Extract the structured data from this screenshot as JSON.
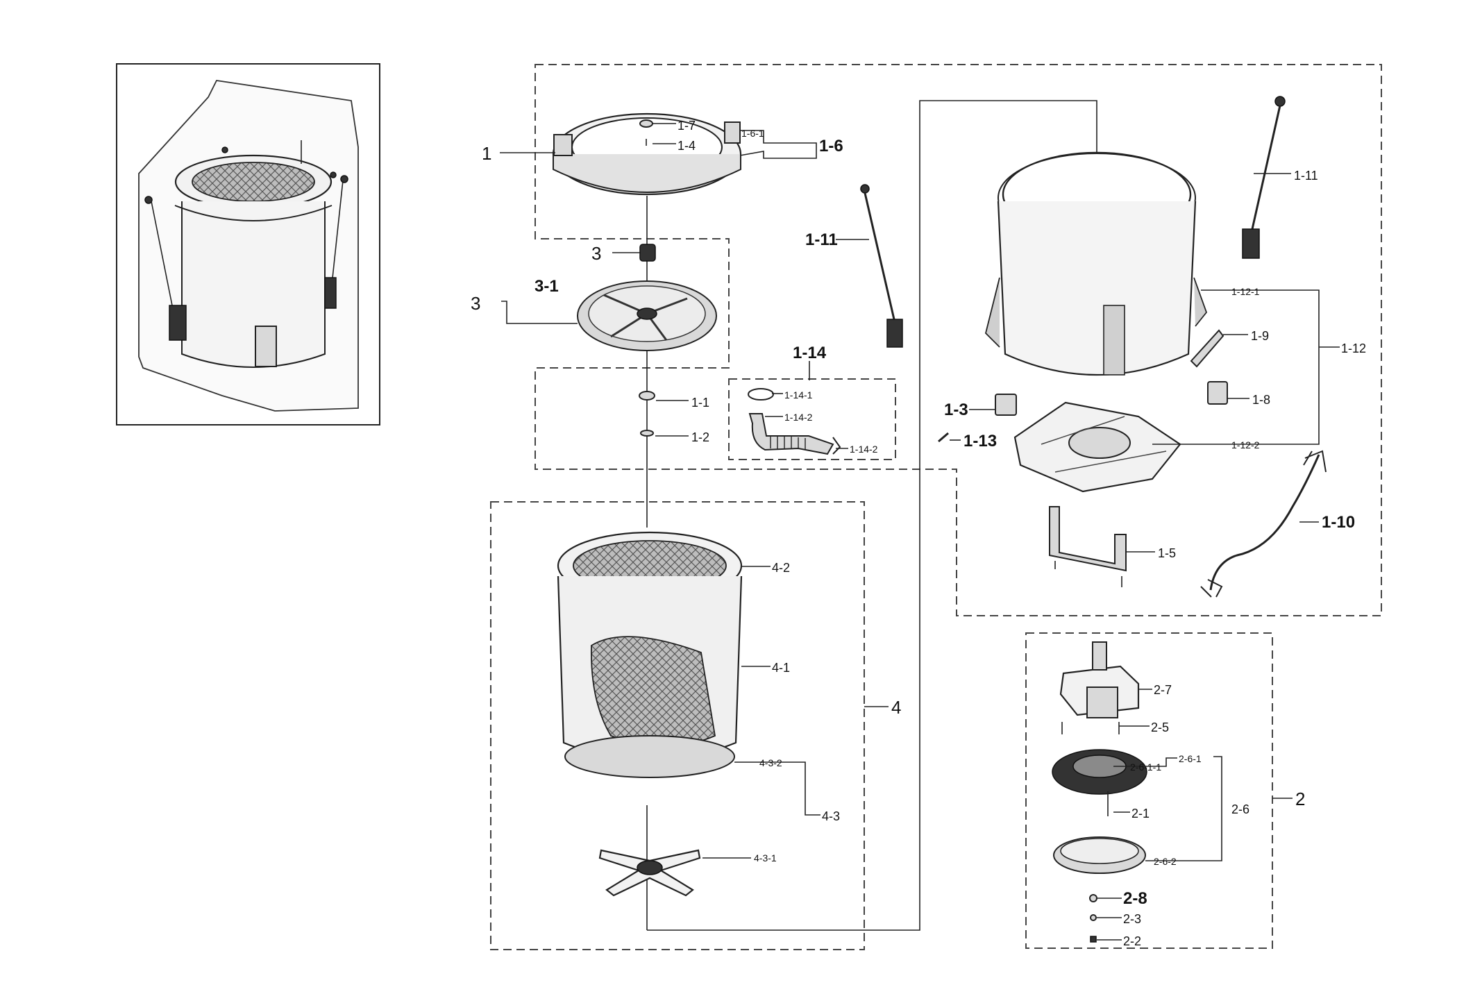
{
  "labels": {
    "l1": "1",
    "l1_7": "1-7",
    "l1_4": "1-4",
    "l1_6_1": "1-6-1",
    "l1_6": "1-6",
    "l3a": "3",
    "l3_1": "3-1",
    "l3b": "3",
    "l1_1": "1-1",
    "l1_2": "1-2",
    "l1_11a": "1-11",
    "l1_14": "1-14",
    "l1_14_1": "1-14-1",
    "l1_14_2a": "1-14-2",
    "l1_14_2b": "1-14-2",
    "l1_11b": "1-11",
    "l1_12_1": "1-12-1",
    "l1_9": "1-9",
    "l1_12": "1-12",
    "l1_8": "1-8",
    "l1_3": "1-3",
    "l1_13": "1-13",
    "l1_12_2": "1-12-2",
    "l1_10": "1-10",
    "l1_5": "1-5",
    "l4_2": "4-2",
    "l4_1": "4-1",
    "l4": "4",
    "l4_3_2": "4-3-2",
    "l4_3": "4-3",
    "l4_3_1": "4-3-1",
    "l2_7": "2-7",
    "l2_5": "2-5",
    "l2_6_1_1": "2-6-1-1",
    "l2_6_1": "2-6-1",
    "l2": "2",
    "l2_6": "2-6",
    "l2_1": "2-1",
    "l2_6_2": "2-6-2",
    "l2_8": "2-8",
    "l2_3": "2-3",
    "l2_2": "2-2"
  }
}
